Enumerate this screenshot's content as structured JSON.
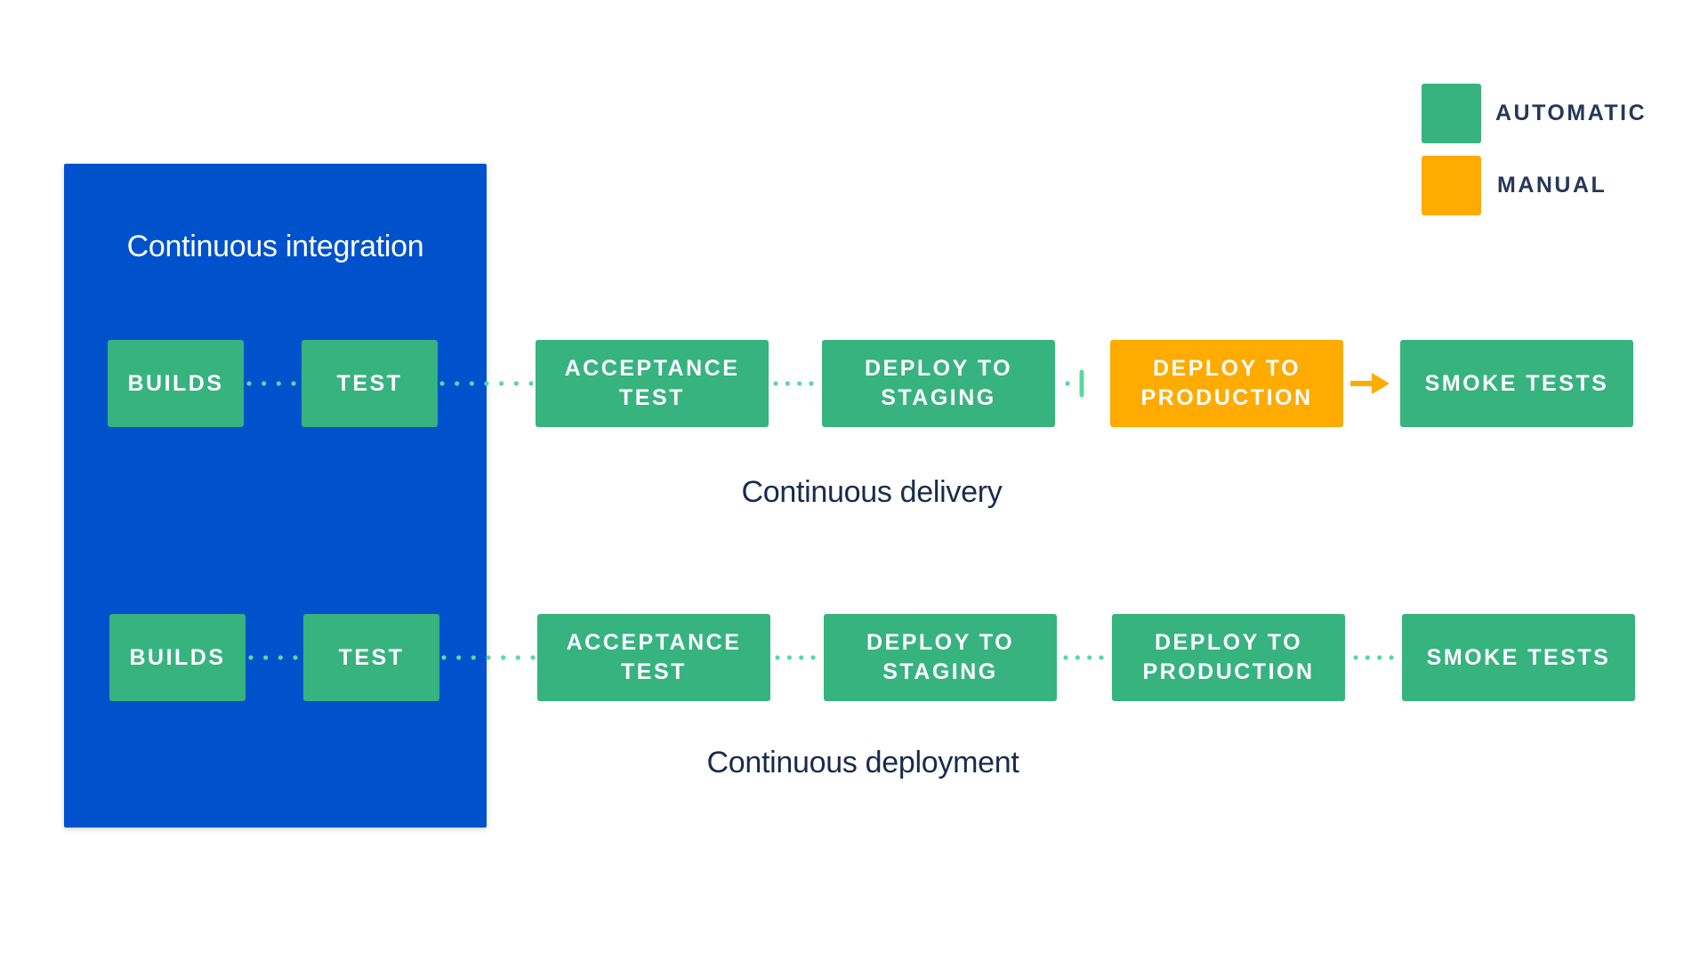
{
  "colors": {
    "automatic": "#36B37E",
    "manual": "#FFAB00",
    "ci_panel": "#0052CC",
    "dots": "#57D9A3",
    "text_dark": "#172B4D"
  },
  "legend": {
    "automatic_label": "AUTOMATIC",
    "manual_label": "MANUAL"
  },
  "ci_panel": {
    "title": "Continuous integration"
  },
  "delivery": {
    "label": "Continuous delivery",
    "steps": [
      {
        "label": "BUILDS",
        "mode": "automatic"
      },
      {
        "label": "TEST",
        "mode": "automatic"
      },
      {
        "label": "ACCEPTANCE\nTEST",
        "mode": "automatic"
      },
      {
        "label": "DEPLOY TO\nSTAGING",
        "mode": "automatic"
      },
      {
        "label": "DEPLOY TO\nPRODUCTION",
        "mode": "manual"
      },
      {
        "label": "SMOKE TESTS",
        "mode": "automatic"
      }
    ]
  },
  "deployment": {
    "label": "Continuous deployment",
    "steps": [
      {
        "label": "BUILDS",
        "mode": "automatic"
      },
      {
        "label": "TEST",
        "mode": "automatic"
      },
      {
        "label": "ACCEPTANCE\nTEST",
        "mode": "automatic"
      },
      {
        "label": "DEPLOY TO\nSTAGING",
        "mode": "automatic"
      },
      {
        "label": "DEPLOY TO\nPRODUCTION",
        "mode": "automatic"
      },
      {
        "label": "SMOKE TESTS",
        "mode": "automatic"
      }
    ]
  }
}
